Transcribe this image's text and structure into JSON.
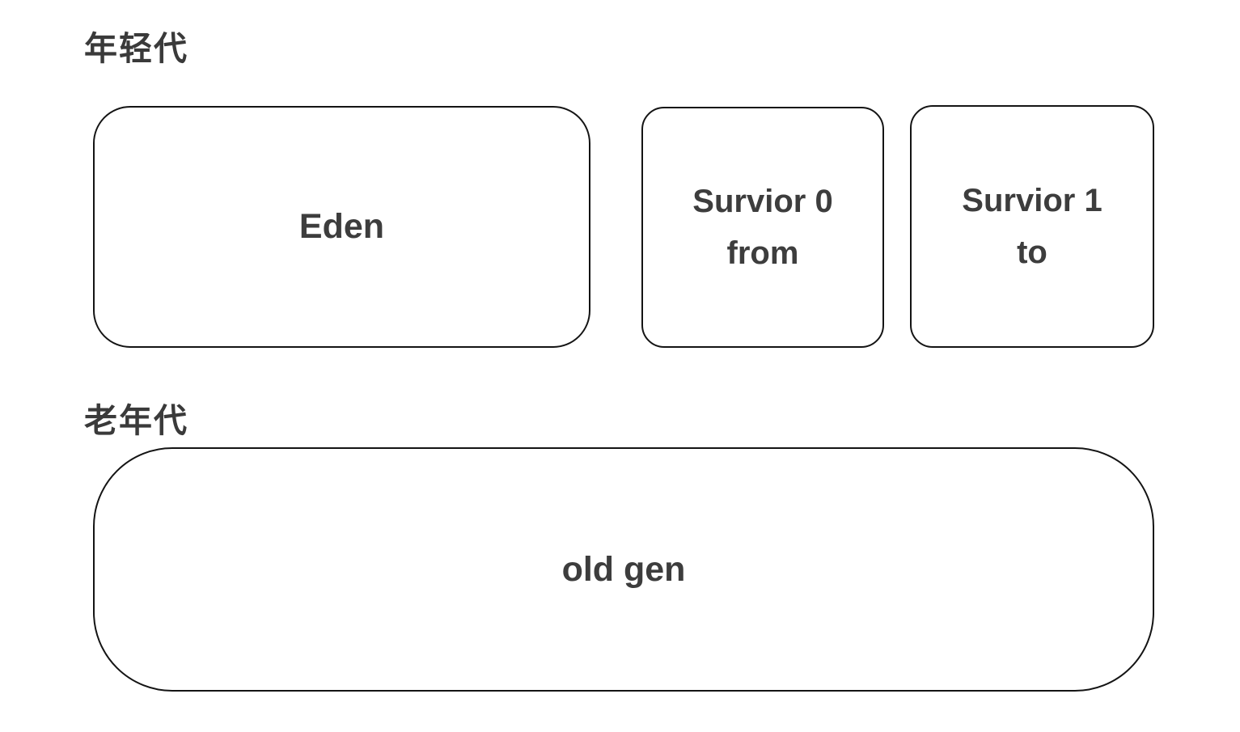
{
  "diagram": {
    "young_generation": {
      "title": "年轻代",
      "eden": {
        "label": "Eden"
      },
      "survivor0": {
        "line1": "Survior 0",
        "line2": "from"
      },
      "survivor1": {
        "line1": "Survior 1",
        "line2": "to"
      }
    },
    "old_generation": {
      "title": "老年代",
      "old_gen": {
        "label": "old gen"
      }
    },
    "colors": {
      "text": "#3d3d3d",
      "title_text": "#3a3a3a",
      "border": "#141414",
      "background": "#ffffff"
    }
  }
}
